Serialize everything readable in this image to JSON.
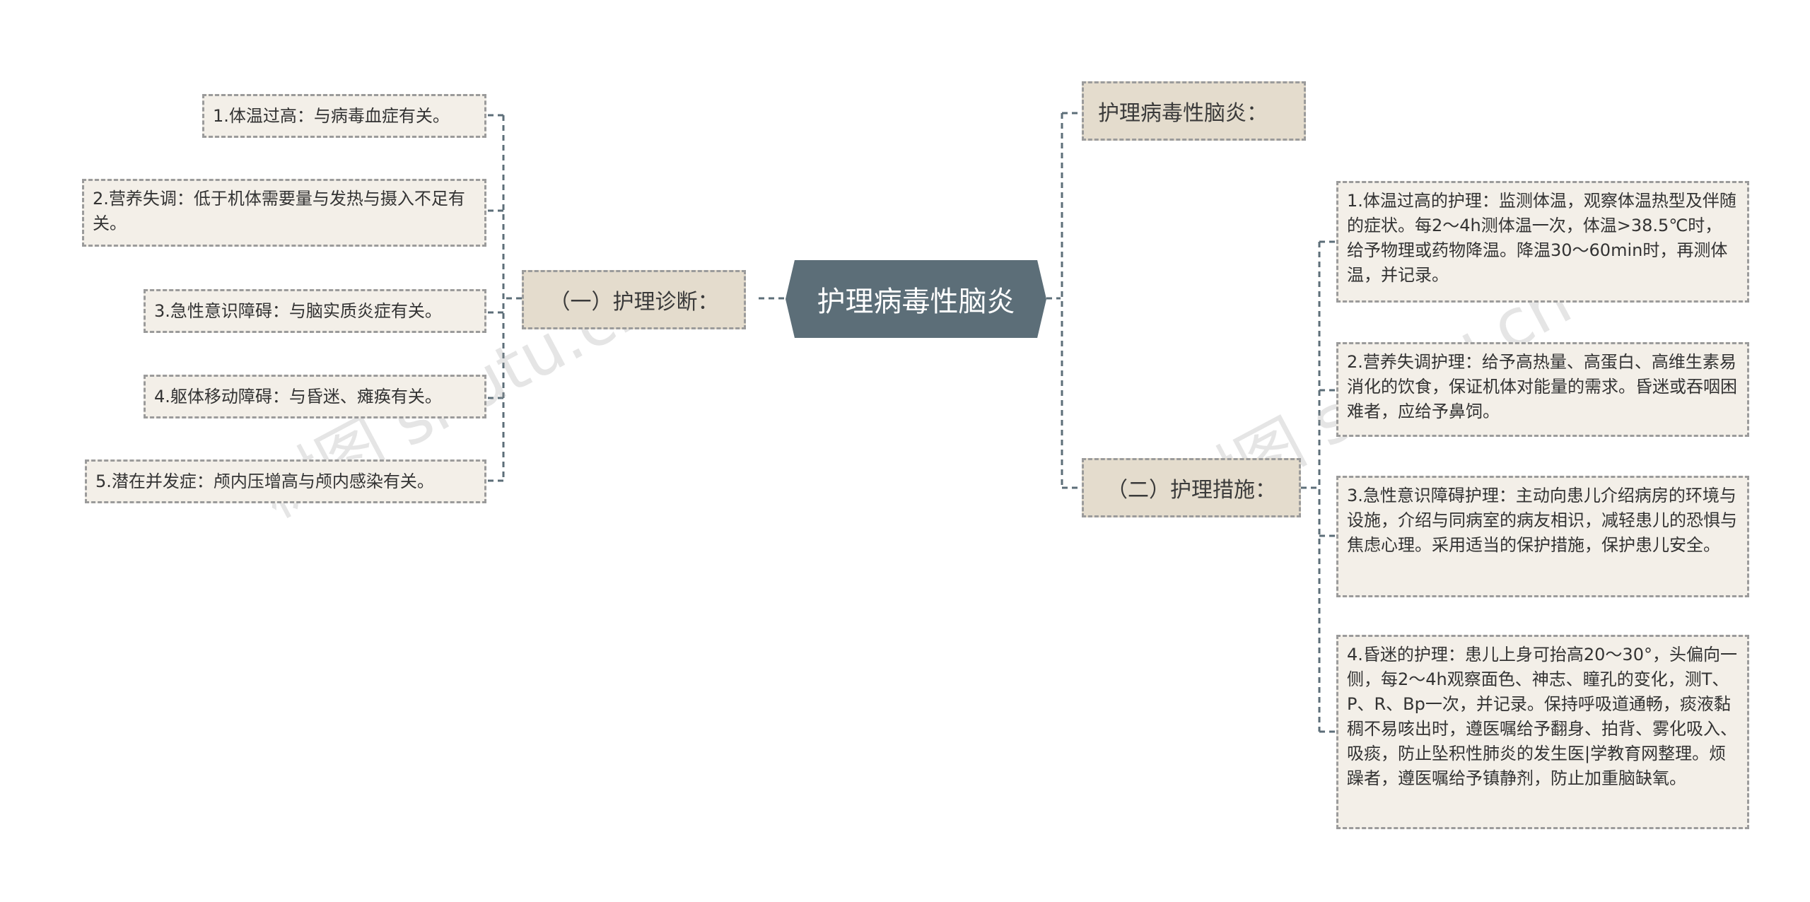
{
  "root": {
    "label": "护理病毒性脑炎"
  },
  "left_branch": {
    "label": "（一）护理诊断：",
    "items": [
      "1.体温过高：与病毒血症有关。",
      "2.营养失调：低于机体需要量与发热与摄入不足有关。",
      "3.急性意识障碍：与脑实质炎症有关。",
      "4.躯体移动障碍：与昏迷、瘫痪有关。",
      "5.潜在并发症：颅内压增高与颅内感染有关。"
    ]
  },
  "right_top": {
    "label": "护理病毒性脑炎："
  },
  "right_branch": {
    "label": "（二）护理措施：",
    "items": [
      "1.体温过高的护理：监测体温，观察体温热型及伴随的症状。每2～4h测体温一次，体温>38.5℃时，给予物理或药物降温。降温30～60min时，再测体温，并记录。",
      "2.营养失调护理：给予高热量、高蛋白、高维生素易消化的饮食，保证机体对能量的需求。昏迷或吞咽困难者，应给予鼻饲。",
      "3.急性意识障碍护理：主动向患儿介绍病房的环境与设施，介绍与同病室的病友相识，减轻患儿的恐惧与焦虑心理。采用适当的保护措施，保护患儿安全。",
      "4.昏迷的护理：患儿上身可抬高20～30°，头偏向一侧，每2～4h观察面色、神志、瞳孔的变化，测T、P、R、Bp一次，并记录。保持呼吸道通畅，痰液黏稠不易咳出时，遵医嘱给予翻身、拍背、雾化吸入、吸痰，防止坠积性肺炎的发生医|学教育网整理。烦躁者，遵医嘱给予镇静剂，防止加重脑缺氧。"
    ]
  },
  "watermark": {
    "text": "树图 shutu.cn"
  },
  "colors": {
    "root_fill": "#5c6e78",
    "branch_fill": "#e4dccd",
    "leaf_fill": "#f3efe8",
    "border": "#9b9b9b",
    "line": "#5c6e78"
  }
}
